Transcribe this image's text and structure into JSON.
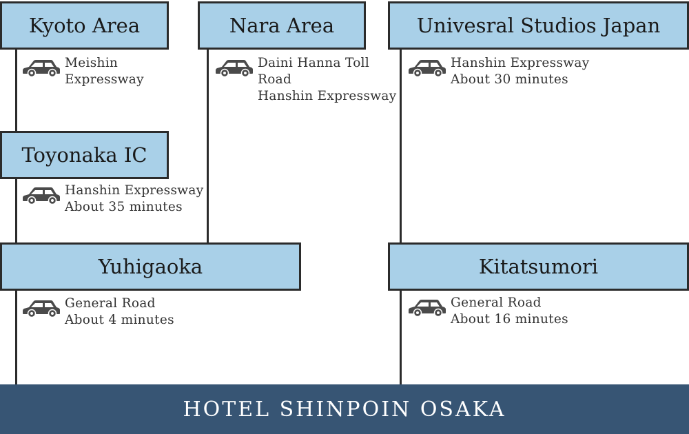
{
  "nodes": {
    "kyoto": "Kyoto Area",
    "nara": "Nara Area",
    "usj": "Univesral Studios Japan",
    "toyonaka": "Toyonaka IC",
    "yuhigaoka": "Yuhigaoka",
    "kitatsumori": "Kitatsumori"
  },
  "routes": {
    "kyoto_to_toyonaka": [
      "Meishin",
      "Expressway"
    ],
    "nara_to_yuhigaoka": [
      "Daini Hanna Toll",
      "Road",
      "Hanshin Expressway"
    ],
    "usj_to_kitatsumori": [
      "Hanshin Expressway",
      "About 30 minutes"
    ],
    "toyonaka_to_yuhigaoka": [
      "Hanshin Expressway",
      "About 35 minutes"
    ],
    "yuhigaoka_to_hotel": [
      "General Road",
      "About 4 minutes"
    ],
    "kitatsumori_to_hotel": [
      "General Road",
      "About 16 minutes"
    ]
  },
  "icons": {
    "route": "car-icon"
  },
  "colors": {
    "box_fill": "#a9d0e8",
    "footer_fill": "#375574",
    "line": "#2b2b2b",
    "car": "#4a4a4a"
  },
  "destination": "HOTEL SHINPOIN OSAKA"
}
